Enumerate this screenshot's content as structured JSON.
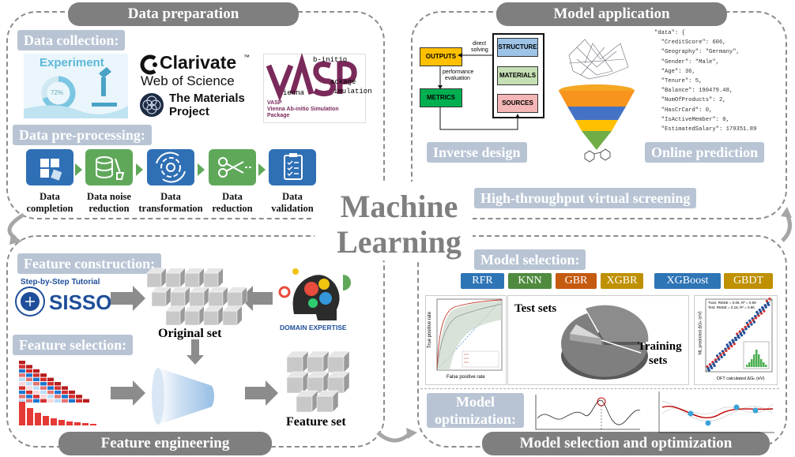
{
  "center": {
    "line1": "Machine",
    "line2": "Learning"
  },
  "data_preparation": {
    "title": "Data preparation",
    "collection_label": "Data collection:",
    "preprocessing_label": "Data pre-processing:",
    "experiment": {
      "title": "Experiment",
      "percent": "72%"
    },
    "clarivate": {
      "name": "Clarivate",
      "tm": "™",
      "sub": "Web of Science"
    },
    "materials_project": {
      "line1": "The Materials",
      "line2": "Project"
    },
    "vasp": {
      "logo": "VASP",
      "b_initio": "b-initio",
      "ackage": "ackage",
      "imulation": "imulation",
      "ienna": "ienna",
      "caption1": "VASP",
      "caption2": "Vienna Ab-initio Simulation",
      "caption3": "Package"
    },
    "steps": [
      {
        "line1": "Data",
        "line2": "completion",
        "color": "#2f6fb5"
      },
      {
        "line1": "Data noise",
        "line2": "reduction",
        "color": "#5fa85a"
      },
      {
        "line1": "Data",
        "line2": "transformation",
        "color": "#2f6fb5"
      },
      {
        "line1": "Data",
        "line2": "reduction",
        "color": "#5fa85a"
      },
      {
        "line1": "Data",
        "line2": "validation",
        "color": "#2f6fb5"
      }
    ]
  },
  "model_application": {
    "title": "Model application",
    "inverse_design": "Inverse design",
    "online_prediction": "Online prediction",
    "htvs": "High-throughput virtual screening",
    "flow": {
      "outputs": "OUTPUTS",
      "metrics": "METRICS",
      "direct_solving_1": "direct",
      "direct_solving_2": "solving",
      "perf_eval_1": "performance",
      "perf_eval_2": "evaluation",
      "structure": "STRUCTURE",
      "materials": "MATERIALS",
      "sources": "SOURCES"
    },
    "json_lines": [
      "\"data\": {",
      "  \"CreditScore\": 606,",
      "  \"Geography\": \"Germany\",",
      "  \"Gender\": \"Male\",",
      "  \"Age\": 36,",
      "  \"Tenure\": 5,",
      "  \"Balance\": 190479.48,",
      "  \"NumOfProducts\": 2,",
      "  \"HasCrCard\": 0,",
      "  \"IsActiveMember\": 0,",
      "  \"EstimatedSalary\": 179351.89"
    ]
  },
  "feature_engineering": {
    "title": "Feature engineering",
    "construction_label": "Feature construction:",
    "selection_label": "Feature selection:",
    "original_set": "Original set",
    "feature_set": "Feature set",
    "sisso_tutorial": "Step-by-Step Tutorial",
    "sisso": "SISSO",
    "domain_expertise": "DOMAIN EXPERTISE"
  },
  "model_selection": {
    "title": "Model selection and optimization",
    "selection_label": "Model selection:",
    "optimization_label_1": "Model",
    "optimization_label_2": "optimization:",
    "models": [
      {
        "name": "RFR",
        "color": "#2e75b6"
      },
      {
        "name": "KNN",
        "color": "#4f8a3e"
      },
      {
        "name": "GBR",
        "color": "#c55a11"
      },
      {
        "name": "XGBR",
        "color": "#bf9000"
      },
      {
        "name": "XGBoost",
        "color": "#2e75b6"
      },
      {
        "name": "GBDT",
        "color": "#bf9000"
      }
    ],
    "test_sets": "Test sets",
    "training_1": "Training",
    "training_2": "sets",
    "roc_xlabel": "False positive rate",
    "roc_ylabel": "True positive rate",
    "parity_xlabel": "DFT calculated ΔGₕ (eV)",
    "parity_ylabel": "ML predicted ΔGₕ (eV)",
    "parity_legend1": "Train: RMSE = 0.06, R² = 0.99",
    "parity_legend2": "Test: RMSE = 0.18, R² = 0.96"
  }
}
